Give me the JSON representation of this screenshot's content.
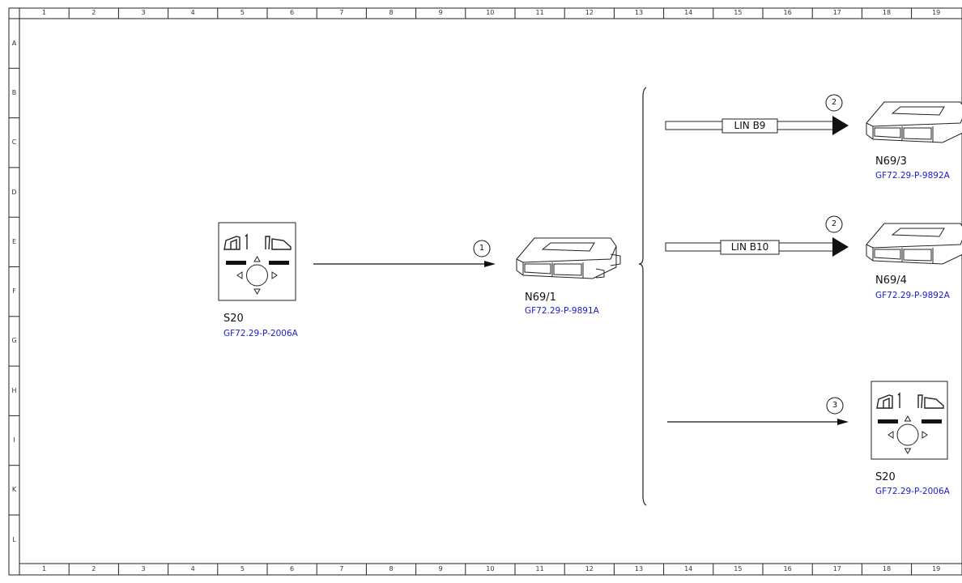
{
  "grid": {
    "columns": [
      "1",
      "2",
      "3",
      "4",
      "5",
      "6",
      "7",
      "8",
      "9",
      "10",
      "11",
      "12",
      "13",
      "14",
      "15",
      "16",
      "17",
      "18",
      "19"
    ],
    "rows": [
      "A",
      "B",
      "C",
      "D",
      "E",
      "F",
      "G",
      "H",
      "I",
      "K",
      "L"
    ]
  },
  "components": {
    "s20_left": {
      "label": "S20",
      "ref": "GF72.29-P-2006A"
    },
    "n69_1": {
      "label": "N69/1",
      "ref": "GF72.29-P-9891A"
    },
    "n69_3": {
      "label": "N69/3",
      "ref": "GF72.29-P-9892A"
    },
    "n69_4": {
      "label": "N69/4",
      "ref": "GF72.29-P-9892A"
    },
    "s20_right": {
      "label": "S20",
      "ref": "GF72.29-P-2006A"
    }
  },
  "buses": {
    "lin_b9": "LIN B9",
    "lin_b10": "LIN B10"
  },
  "callouts": {
    "c1": "1",
    "c2a": "2",
    "c2b": "2",
    "c3": "3"
  }
}
